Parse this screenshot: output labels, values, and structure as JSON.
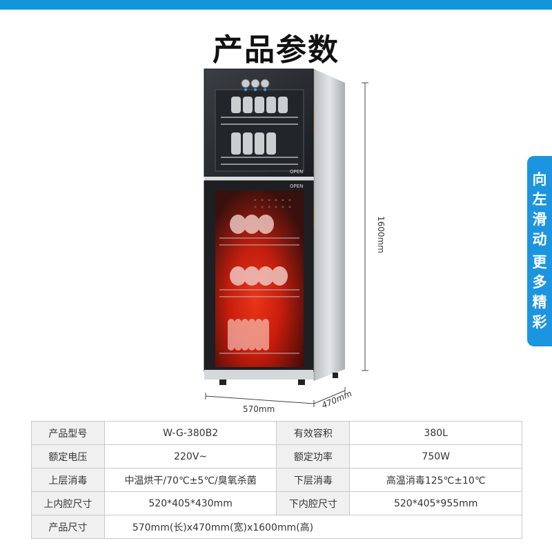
{
  "page": {
    "title": "产品参数",
    "accent_color": "#1296db"
  },
  "swipe_tab": {
    "line1": [
      "向",
      "左",
      "滑",
      "动"
    ],
    "line2": [
      "更",
      "多",
      "精",
      "彩"
    ],
    "color": "#1c95e0"
  },
  "product_image": {
    "icon": "disinfection-cabinet-image",
    "upper_door_text": "OPEN",
    "lower_door_text": "OPEN"
  },
  "dimensions": {
    "width": "570mm",
    "depth": "470mm",
    "height": "1600mm"
  },
  "specs": {
    "rows": [
      {
        "label1": "产品型号",
        "value1": "W-G-380B2",
        "label2": "有效容积",
        "value2": "380L"
      },
      {
        "label1": "额定电压",
        "value1": "220V~",
        "label2": "额定功率",
        "value2": "750W"
      },
      {
        "label1": "上层消毒",
        "value1": "中温烘干/70℃±5℃/臭氧杀菌",
        "label2": "下层消毒",
        "value2": "高温消毒125℃±10℃"
      },
      {
        "label1": "上内腔尺寸",
        "value1": "520*405*430mm",
        "label2": "下内腔尺寸",
        "value2": "520*405*955mm"
      }
    ],
    "last_row": {
      "label": "产品尺寸",
      "value": "570mm(长)x470mm(宽)x1600mm(高)"
    }
  }
}
